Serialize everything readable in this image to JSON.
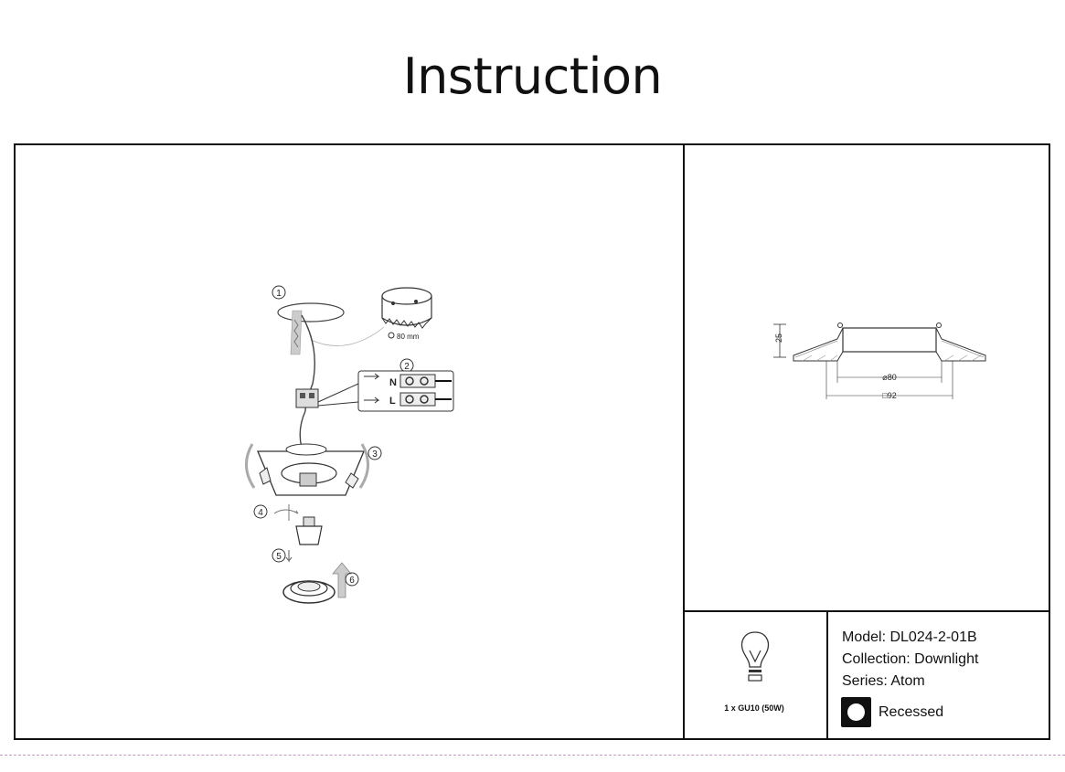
{
  "header": {
    "title": "Instruction"
  },
  "installation": {
    "steps": [
      "1",
      "2",
      "3",
      "4",
      "5",
      "6"
    ],
    "hole_size_label": "80 mm",
    "wire_labels": [
      "N",
      "L"
    ]
  },
  "dimensions": {
    "height": "25",
    "diameter": "⌀80",
    "square": "□92"
  },
  "lamp": {
    "label": "1 x GU10 (50W)"
  },
  "info": {
    "model": "Model: DL024-2-01B",
    "collection": "Collection: Downlight",
    "series": "Series: Atom",
    "mounting": "Recessed"
  }
}
